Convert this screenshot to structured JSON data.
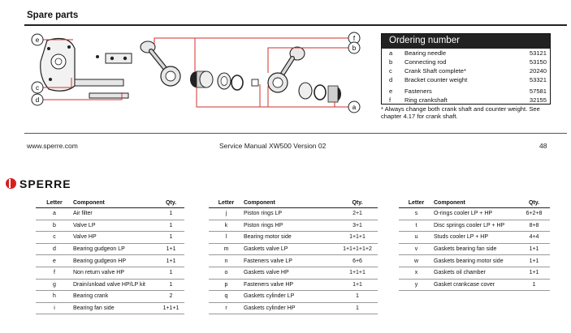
{
  "manual": {
    "section_title": "Spare parts",
    "footer_left": "www.sperre.com",
    "footer_center": "Service Manual XW500 Version 02",
    "footer_right": "48"
  },
  "callouts": {
    "e": "e",
    "c": "c",
    "d": "d",
    "f": "f",
    "b": "b",
    "a": "a"
  },
  "ordering": {
    "title": "Ordering number",
    "rows": [
      {
        "letter": "a",
        "name": "Bearing needle",
        "code": "53121"
      },
      {
        "letter": "b",
        "name": "Connecting rod",
        "code": "53150"
      },
      {
        "letter": "c",
        "name": "Crank Shaft complete*",
        "code": "20240"
      },
      {
        "letter": "d",
        "name": "Bracket counter weight",
        "code": "53321"
      },
      {
        "letter": "e",
        "name": "Fasteners",
        "code": "57581"
      },
      {
        "letter": "f",
        "name": "Ring crankshaft",
        "code": "32155"
      }
    ],
    "note": "* Always change both crank shaft and counter weight. See chapter 4.17 for crank shaft."
  },
  "brand": {
    "name": "SPERRE",
    "color": "#d81e1e"
  },
  "parts_table": {
    "headers": {
      "letter": "Letter",
      "component": "Component",
      "qty": "Qty."
    },
    "col1": [
      {
        "letter": "a",
        "component": "Air filter",
        "qty": "1"
      },
      {
        "letter": "b",
        "component": "Valve LP",
        "qty": "1"
      },
      {
        "letter": "c",
        "component": "Valve HP",
        "qty": "1"
      },
      {
        "letter": "d",
        "component": "Bearing gudgeon LP",
        "qty": "1+1"
      },
      {
        "letter": "e",
        "component": "Bearing gudgeon HP",
        "qty": "1+1"
      },
      {
        "letter": "f",
        "component": "Non return valve HP",
        "qty": "1"
      },
      {
        "letter": "g",
        "component": "Drain/unload valve HP/LP kit",
        "qty": "1"
      },
      {
        "letter": "h",
        "component": "Bearing crank",
        "qty": "2"
      },
      {
        "letter": "i",
        "component": "Bearing fan side",
        "qty": "1+1+1"
      }
    ],
    "col2": [
      {
        "letter": "j",
        "component": "Piston rings LP",
        "qty": "2+1"
      },
      {
        "letter": "k",
        "component": "Piston rings HP",
        "qty": "3+1"
      },
      {
        "letter": "l",
        "component": "Bearing motor side",
        "qty": "1+1+1"
      },
      {
        "letter": "m",
        "component": "Gaskets valve LP",
        "qty": "1+1+1+1+2"
      },
      {
        "letter": "n",
        "component": "Fasteners valve LP",
        "qty": "6+6"
      },
      {
        "letter": "o",
        "component": "Gaskets valve HP",
        "qty": "1+1+1"
      },
      {
        "letter": "p",
        "component": "Fasteners valve HP",
        "qty": "1+1"
      },
      {
        "letter": "q",
        "component": "Gaskets cylinder LP",
        "qty": "1"
      },
      {
        "letter": "r",
        "component": "Gaskets cylinder HP",
        "qty": "1"
      }
    ],
    "col3": [
      {
        "letter": "s",
        "component": "O-rings cooler LP + HP",
        "qty": "6+2+8"
      },
      {
        "letter": "t",
        "component": "Disc springs cooler LP + HP",
        "qty": "8+8"
      },
      {
        "letter": "u",
        "component": "Studs cooler LP + HP",
        "qty": "4+4"
      },
      {
        "letter": "v",
        "component": "Gaskets bearing fan side",
        "qty": "1+1"
      },
      {
        "letter": "w",
        "component": "Gaskets bearing motor side",
        "qty": "1+1"
      },
      {
        "letter": "x",
        "component": "Gaskets oil chamber",
        "qty": "1+1"
      },
      {
        "letter": "y",
        "component": "Gasket crankcase cover",
        "qty": "1"
      }
    ]
  },
  "colors": {
    "callout_red": "#d0312d",
    "ink": "#222222"
  }
}
